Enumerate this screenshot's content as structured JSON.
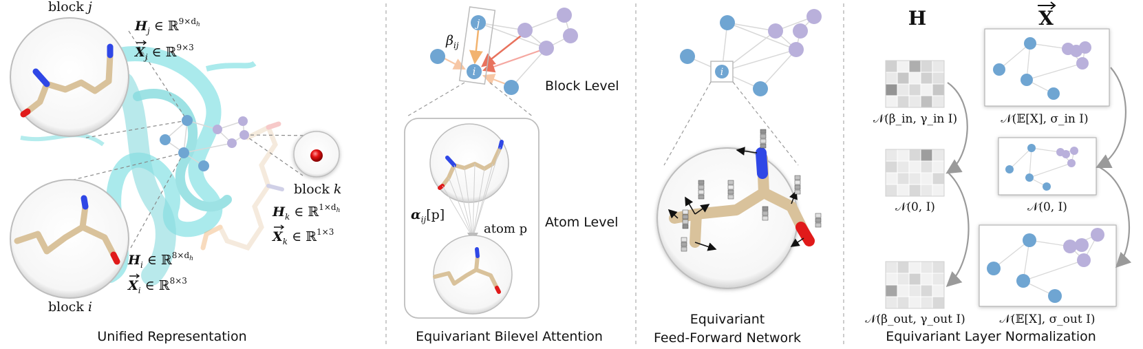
{
  "panels": {
    "unified": {
      "caption": "Unified Representation",
      "block_j": {
        "label": "block",
        "var": "j",
        "H": "H",
        "H_sub": "j",
        "H_dim": "9×d",
        "H_dim_sub": "h",
        "X": "X",
        "X_sub": "j",
        "X_dim": "9×3"
      },
      "block_i": {
        "label": "block",
        "var": "i",
        "H": "H",
        "H_sub": "i",
        "H_dim": "8×d",
        "H_dim_sub": "h",
        "X": "X",
        "X_sub": "i",
        "X_dim": "8×3"
      },
      "block_k": {
        "label": "block",
        "var": "k",
        "H": "H",
        "H_sub": "k",
        "H_dim": "1×d",
        "H_dim_sub": "h",
        "X": "X",
        "X_sub": "k",
        "X_dim": "1×3"
      },
      "member_of": "∈",
      "reals": "ℝ"
    },
    "attention": {
      "caption": "Equivariant Bilevel Attention",
      "block_level": "Block Level",
      "atom_level": "Atom Level",
      "beta": "β",
      "beta_sub": "ij",
      "node_i": "i",
      "node_j": "j",
      "alpha": "α",
      "alpha_sub": "ij",
      "alpha_arg": "[p]",
      "atom_p": "atom p"
    },
    "ffn": {
      "caption_line1": "Equivariant",
      "caption_line2": "Feed-Forward Network",
      "node_i": "i"
    },
    "layernorm": {
      "caption": "Equivariant Layer Normalization",
      "H_header": "H",
      "X_header": "X",
      "h_in": "𝒩(β_in, γ_in I)",
      "h_std": "𝒩(0, I)",
      "h_out": "𝒩(β_out, γ_out I)",
      "x_in": "𝒩(𝔼[X], σ_in I)",
      "x_std": "𝒩(0, I)",
      "x_out": "𝒩(𝔼[X], σ_out I)"
    }
  },
  "colors": {
    "blue_node": "#6fa5d2",
    "purple_node": "#b9b0db",
    "cyan_protein": "#8ee3e6",
    "stick": "#d9c29b",
    "nitrogen": "#2f47e6",
    "oxygen": "#e01a1a",
    "edge": "#d8d8d8",
    "dashed": "#aaaaaa"
  },
  "heatmaps": {
    "in": [
      [
        0.25,
        0.05,
        0.45,
        0.2,
        0.1
      ],
      [
        0.1,
        0.3,
        0.05,
        0.25,
        0.15
      ],
      [
        0.6,
        0.1,
        0.2,
        0.05,
        0.3
      ],
      [
        0.05,
        0.2,
        0.1,
        0.35,
        0.1
      ]
    ],
    "std": [
      [
        0.1,
        0.05,
        0.2,
        0.55,
        0.1
      ],
      [
        0.2,
        0.1,
        0.05,
        0.15,
        0.05
      ],
      [
        0.05,
        0.15,
        0.1,
        0.05,
        0.2
      ],
      [
        0.15,
        0.05,
        0.2,
        0.1,
        0.05
      ]
    ],
    "out": [
      [
        0.1,
        0.2,
        0.05,
        0.1,
        0.15
      ],
      [
        0.05,
        0.1,
        0.25,
        0.05,
        0.1
      ],
      [
        0.5,
        0.05,
        0.1,
        0.2,
        0.05
      ],
      [
        0.1,
        0.15,
        0.05,
        0.1,
        0.2
      ]
    ]
  }
}
